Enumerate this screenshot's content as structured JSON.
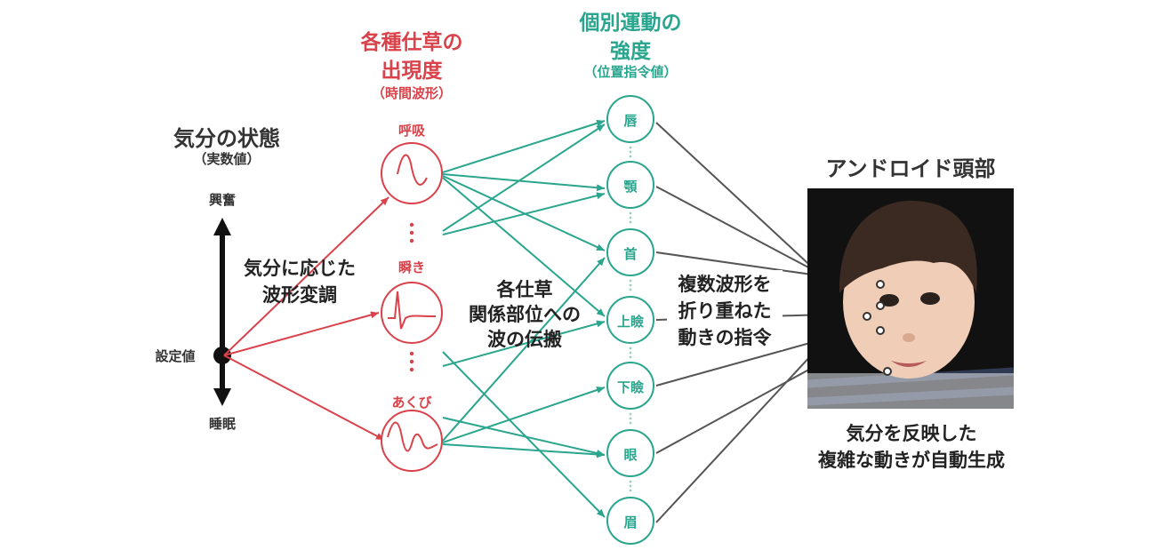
{
  "colors": {
    "mood": "#222222",
    "gesture": "#d9424a",
    "motion": "#2aa58e",
    "command": "#555555"
  },
  "mood": {
    "title": "気分の状態",
    "subtitle": "（実数値）",
    "top_label": "興奮",
    "set_label": "設定値",
    "bottom_label": "睡眠"
  },
  "modulation_label": [
    "気分に応じた",
    "波形変調"
  ],
  "gestures": {
    "title": [
      "各種仕草の",
      "出現度"
    ],
    "subtitle": "（時間波形）",
    "items": [
      {
        "label": "呼吸",
        "waveform": "breathing"
      },
      {
        "label": "瞬き",
        "waveform": "blink"
      },
      {
        "label": "あくび",
        "waveform": "yawn"
      }
    ]
  },
  "propagation_label": [
    "各仕草",
    "関係部位への",
    "波の伝搬"
  ],
  "motions": {
    "title": [
      "個別運動の",
      "強度"
    ],
    "subtitle": "（位置指令値）",
    "nodes": [
      "唇",
      "顎",
      "首",
      "上瞼",
      "下瞼",
      "眼",
      "眉"
    ]
  },
  "command_label": [
    "複数波形を",
    "折り重ねた",
    "動きの指令"
  ],
  "android": {
    "title": "アンドロイド頭部",
    "caption": [
      "気分を反映した",
      "複雑な動きが自動生成"
    ]
  }
}
